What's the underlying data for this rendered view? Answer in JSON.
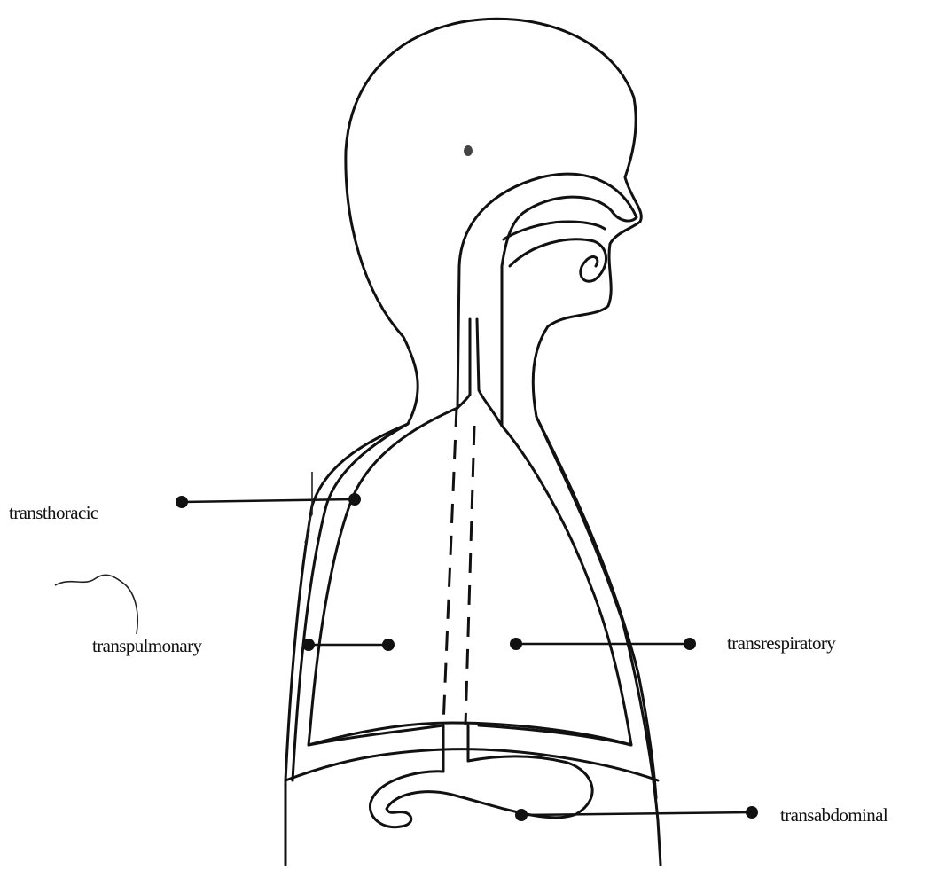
{
  "labels": {
    "transthoracic": "transthoracic",
    "transpulmonary": "transpulmonary",
    "transrespiratory": "transrespiratory",
    "transabdominal": "transabdominal"
  },
  "colors": {
    "ink": "#111111",
    "paper": "#ffffff"
  }
}
